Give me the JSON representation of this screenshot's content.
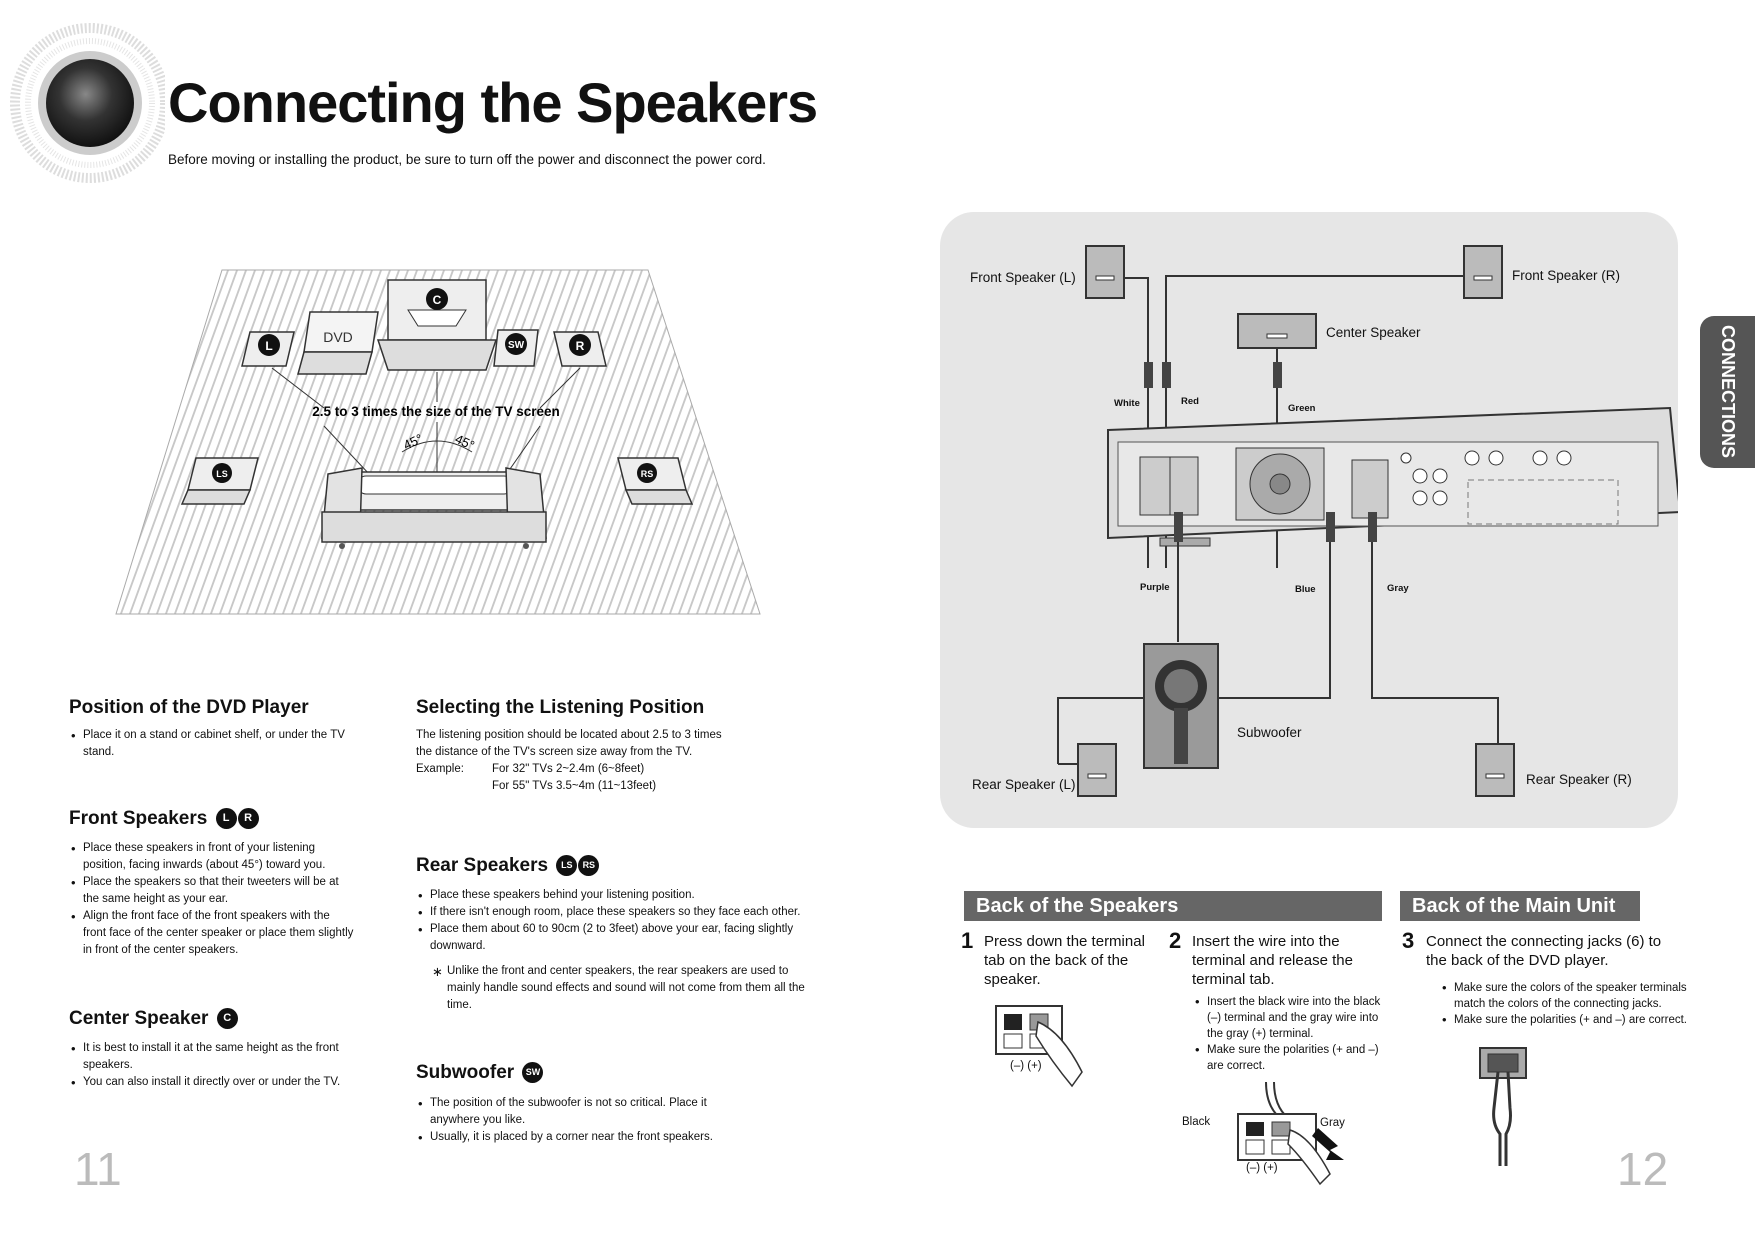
{
  "title": "Connecting the Speakers",
  "subtitle": "Before moving or installing the product, be sure to turn off the power and disconnect the power cord.",
  "room": {
    "dvd_label": "DVD",
    "distance_label": "2.5 to 3 times the size of the TV screen",
    "angle_left": "45°",
    "angle_right": "45°",
    "badges": {
      "c": "C",
      "l": "L",
      "r": "R",
      "sw": "SW",
      "ls": "LS",
      "rs": "RS"
    }
  },
  "position": {
    "heading": "Position of the DVD Player",
    "bullets": [
      "Place it on a stand or cabinet shelf, or under the TV stand."
    ]
  },
  "front": {
    "heading": "Front Speakers",
    "badges": [
      "L",
      "R"
    ],
    "bullets": [
      "Place these speakers in front of your listening position, facing inwards (about 45°) toward you.",
      "Place the speakers so that their tweeters will be at the same height as your ear.",
      "Align the front face of the front speakers with the front face of the center speaker or place them slightly in front of the center speakers."
    ]
  },
  "center": {
    "heading": "Center Speaker",
    "badge": "C",
    "bullets": [
      "It is best to install it at the same height as the front speakers.",
      "You can also install it directly over or under the TV."
    ]
  },
  "listening": {
    "heading": "Selecting the Listening Position",
    "text": "The listening position should be located about 2.5 to 3 times the distance of the TV's screen size away from the TV. Example:",
    "ex1": "For 32\" TVs 2~2.4m (6~8feet)",
    "ex2": "For 55\" TVs 3.5~4m (11~13feet)"
  },
  "rear": {
    "heading": "Rear Speakers",
    "badges": [
      "LS",
      "RS"
    ],
    "bullets": [
      "Place these speakers behind your listening position.",
      "If there isn't enough room, place these speakers so they face each other.",
      "Place them about 60 to 90cm (2 to 3feet) above your ear, facing slightly downward."
    ],
    "note": "Unlike the front and center speakers, the rear speakers are used to mainly handle sound effects and sound will not come from them all the time."
  },
  "subwoofer": {
    "heading": "Subwoofer",
    "badge": "SW",
    "bullets": [
      "The position of the subwoofer is not so critical. Place it anywhere you like.",
      "Usually, it is placed by a corner near the front speakers."
    ]
  },
  "page_left": "11",
  "page_right": "12",
  "side_tab": "CONNECTIONS",
  "diagram": {
    "front_l": "Front Speaker (L)",
    "front_r": "Front Speaker (R)",
    "center": "Center Speaker",
    "subwoofer": "Subwoofer",
    "rear_l": "Rear Speaker (L)",
    "rear_r": "Rear Speaker (R)",
    "wires": {
      "white": "White",
      "red": "Red",
      "green": "Green",
      "purple": "Purple",
      "blue": "Blue",
      "gray": "Gray"
    }
  },
  "back_speakers": {
    "heading": "Back of the Speakers",
    "step1_num": "1",
    "step1": "Press down the terminal tab on the back of the speaker.",
    "step2_num": "2",
    "step2": "Insert the wire into the terminal and release the terminal tab.",
    "step2_bullets": [
      "Insert the black wire into the black (–) terminal and the gray wire into the gray (+) terminal.",
      "Make sure the polarities (+ and –) are correct."
    ],
    "terminal_label": "(–)  (+)",
    "black": "Black",
    "gray": "Gray"
  },
  "back_main": {
    "heading": "Back of the Main Unit",
    "step3_num": "3",
    "step3": "Connect the connecting jacks (6) to the back of the DVD player.",
    "step3_bullets": [
      "Make sure the colors of the speaker terminals match the colors of the connecting jacks.",
      "Make sure the polarities (+ and –) are correct."
    ]
  }
}
